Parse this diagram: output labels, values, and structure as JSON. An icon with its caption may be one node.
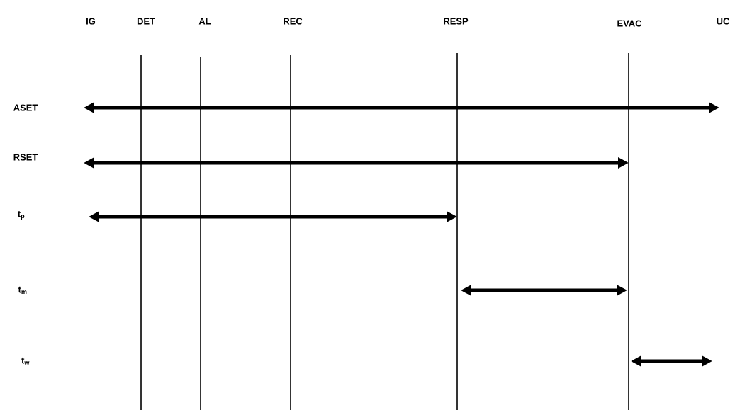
{
  "diagram": {
    "labels": [
      "IG",
      "DET",
      "AL",
      "REC",
      "RESP",
      "EVAC",
      "UC",
      "ASET",
      "RSET",
      "t$_{p}$",
      "t$_{m}$",
      "t$_{w}$"
    ]
  }
}
